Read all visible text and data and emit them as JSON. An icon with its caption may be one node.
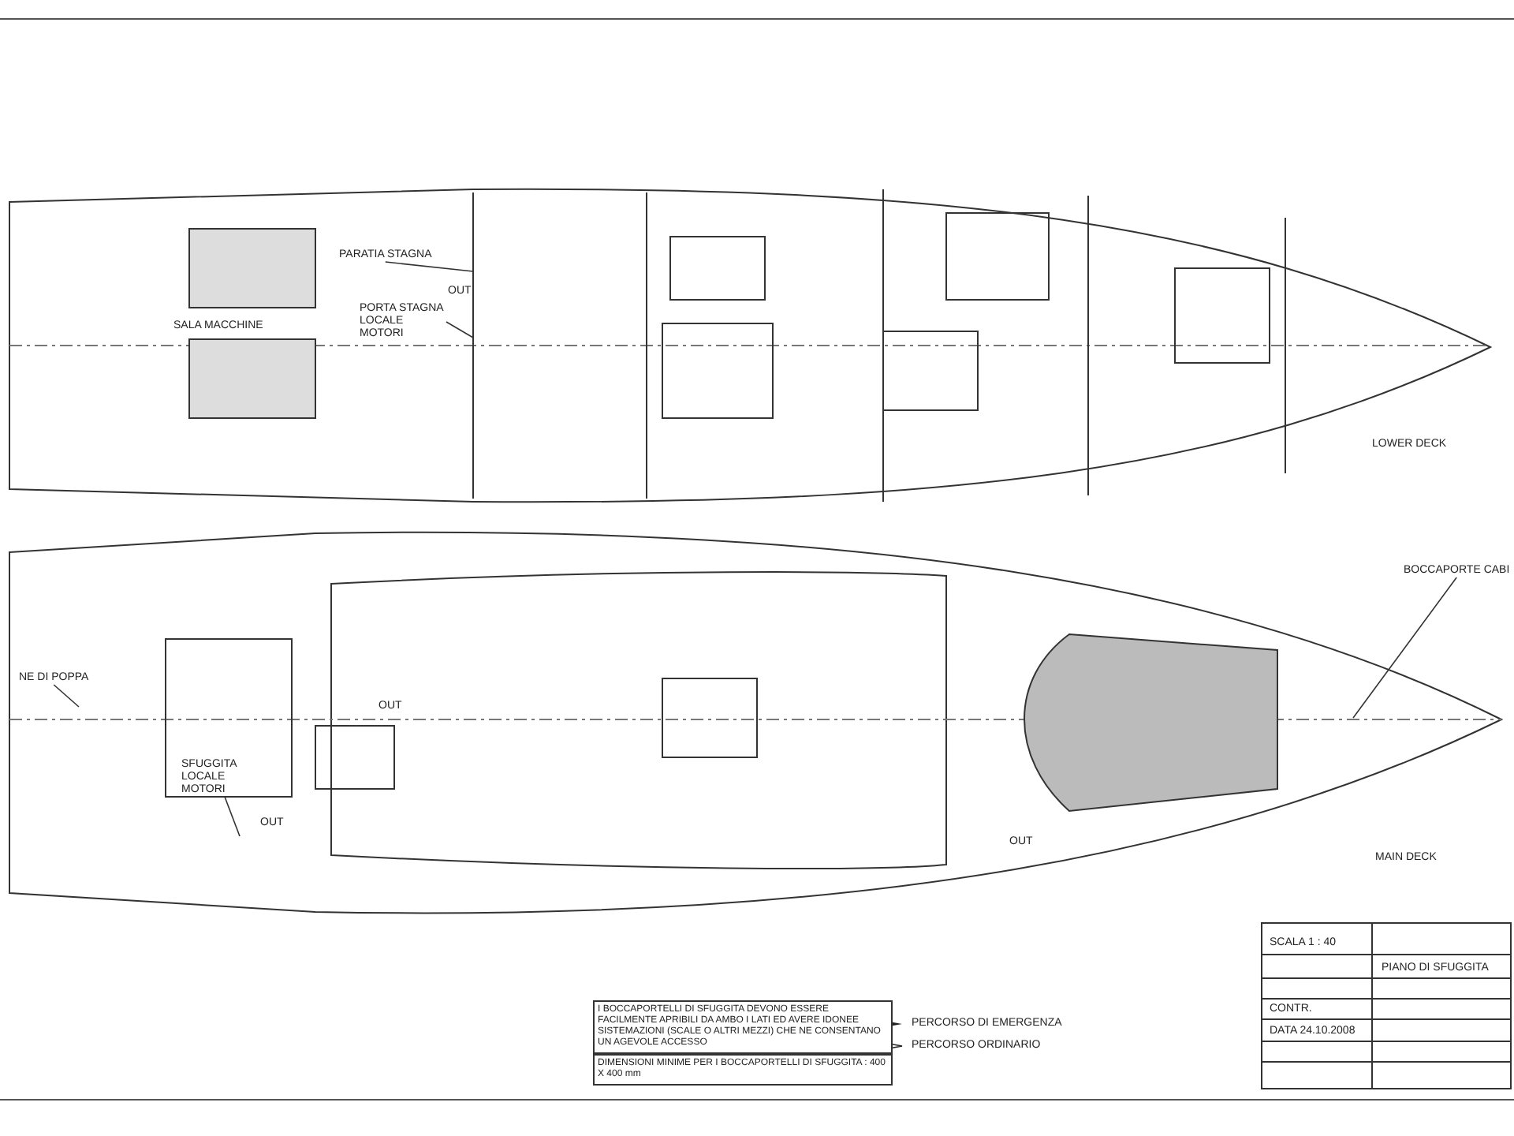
{
  "diagram": {
    "nodes": [
      {
        "text": [
          "PARATIA STAGNA"
        ]
      },
      {
        "text": [
          "PORTA STAGNA LOCALE MOTORI"
        ]
      },
      {
        "text": [
          "NE DI POPPA"
        ]
      },
      {
        "text": [
          "SFUGGITA LOCALE MOTORI"
        ]
      },
      {
        "text": [
          "BOCCAPORTE CABI"
        ]
      },
      {
        "text": [
          "I BOCCAPORTELLI DI SFUGGITA DEVONO ESSERE FACILMENTE APRIBILI DA AMBO I LATI ED AVERE IDONEE SISTEMAZIONI (SCALE O ALTRI MEZZI) CHE NE CONSENTANO UN AGEVOLE ACCESSO"
        ]
      },
      {
        "text": [
          "DIMENSIONI MINIME PER I BOCCAPORTELLI DI SFUGGITA : 400 X 400 mm"
        ]
      }
    ],
    "edges": [
      {
        "from": 0,
        "to": null,
        "arrow": "none"
      },
      {
        "from": 1,
        "to": null,
        "arrow": "none"
      },
      {
        "from": 2,
        "to": null,
        "arrow": "none"
      },
      {
        "from": 3,
        "to": null,
        "arrow": "none"
      },
      {
        "from": 4,
        "to": null,
        "arrow": "none"
      }
    ],
    "labels": [
      "SALA MACCHINE",
      "OUT",
      "LOWER DECK",
      "OUT",
      "OUT",
      "OUT",
      "MAIN DECK",
      "SCALA 1 : 40",
      "PIANO DI SFUGGITA",
      "CONTR.",
      "DATA 24.10.2008"
    ],
    "legend": [
      {
        "text": "PERCORSO DI EMERGENZA"
      },
      {
        "text": "PERCORSO ORDINARIO"
      }
    ]
  }
}
